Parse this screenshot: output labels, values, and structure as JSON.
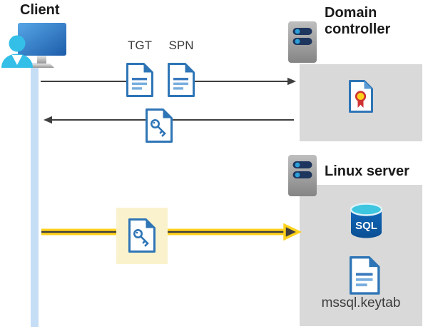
{
  "nodes": {
    "client": {
      "label": "Client",
      "icon": "client-workstation-user-icon"
    },
    "domain_controller": {
      "label": "Domain controller",
      "icon": "server-icon",
      "content_icon": "certificate-icon"
    },
    "linux_server": {
      "label": "Linux server",
      "icon": "server-icon",
      "sql_badge": "SQL",
      "database_icon": "sql-database-icon",
      "keytab_icon": "document-icon",
      "keytab_label": "mssql.keytab"
    }
  },
  "flows": [
    {
      "name": "ticket-request",
      "from": "client",
      "to": "domain_controller",
      "direction": "right",
      "style": "thin-gray-arrow",
      "documents": [
        {
          "label": "TGT",
          "icon": "document-icon"
        },
        {
          "label": "SPN",
          "icon": "document-icon"
        }
      ]
    },
    {
      "name": "ticket-response",
      "from": "domain_controller",
      "to": "client",
      "direction": "left",
      "style": "thin-gray-arrow",
      "documents": [
        {
          "label": "",
          "icon": "key-document-icon"
        }
      ]
    },
    {
      "name": "kerberos-authentication",
      "from": "client",
      "to": "linux_server",
      "direction": "right",
      "style": "bold-yellow-arrow",
      "documents": [
        {
          "label": "",
          "icon": "key-document-icon",
          "highlighted": true
        }
      ]
    }
  ],
  "colors": {
    "accent_blue": "#2e75b6",
    "doc_line_dark": "#3878bc",
    "doc_line_light": "#79aede",
    "fold_light": "#5b9bd5",
    "navy": "#1e355e",
    "dot_cyan": "#2ba0d8",
    "gray_panel": "#d9d9d9",
    "arrow_gray": "#3f3f3f",
    "arrow_yellow": "#ffd21c",
    "highlight_yellow": "#faf2cd",
    "timeline_blue": "#c6ddf6",
    "person_cyan": "#33bfe7",
    "seal_yellow": "#ffd21c",
    "seal_red": "#cf3232",
    "sql_top": "#3ec6e0",
    "text_dark": "#1a1a1a",
    "text_gray": "#3c3c3c"
  }
}
